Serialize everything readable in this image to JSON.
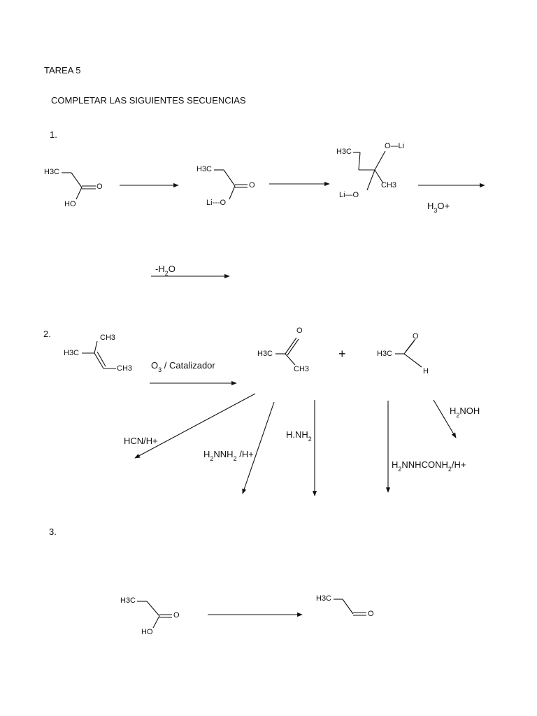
{
  "header": {
    "title": "TAREA 5",
    "instruction": "COMPLETAR LAS SIGUIENTES SECUENCIAS"
  },
  "section1": {
    "number": "1.",
    "mol1": {
      "ch3": "H3C",
      "o": "O",
      "oh": "HO"
    },
    "mol2": {
      "ch3": "H3C",
      "o": "O",
      "olis": "Li---O"
    },
    "mol3": {
      "ch3": "H3C",
      "oli_top": "O—Li",
      "ch3b": "CH3",
      "lio": "Li—O"
    },
    "reagent3": {
      "h": "H",
      "sub": "3",
      "rest": "O+"
    },
    "dehydration": {
      "pre": "-H",
      "sub": "2",
      "post": "O"
    }
  },
  "section2": {
    "number": "2.",
    "alkene": {
      "ch3_top": "CH3",
      "h3c": "H3C",
      "ch3_right": "CH3"
    },
    "ozone": {
      "o": "O",
      "sub": "3",
      "rest": " /  Catalizador"
    },
    "acetone": {
      "o": "O",
      "h3c": "H3C",
      "ch3": "CH3"
    },
    "plus": "+",
    "acetaldehyde": {
      "o": "O",
      "h3c": "H3C",
      "h": "H"
    },
    "reagents": {
      "hcn": "HCN/H+",
      "hydrazine": {
        "a": "H",
        "s1": "2",
        "b": "NNH",
        "s2": "2",
        "c": " /H+"
      },
      "hnh2": {
        "a": "H.NH",
        "s": "2"
      },
      "semicarbazide": {
        "a": "H",
        "s1": "2",
        "b": "NNHCONH",
        "s2": "2",
        "c": "/H+"
      },
      "hydroxylamine": {
        "a": "H",
        "s": "2",
        "b": "NOH"
      }
    }
  },
  "section3": {
    "number": "3.",
    "acid": {
      "h3c": "H3C",
      "o": "O",
      "ho": "HO"
    },
    "aldehyde": {
      "h3c": "H3C",
      "o": "O"
    }
  }
}
